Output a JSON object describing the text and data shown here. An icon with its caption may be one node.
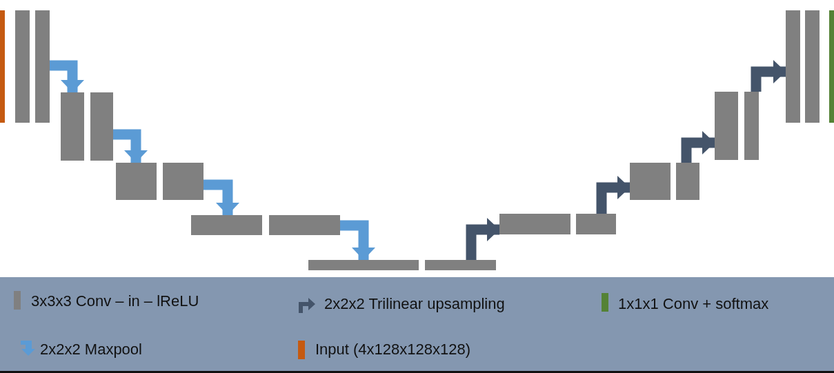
{
  "diagram": {
    "nodes": [
      {
        "text": [],
        "shape": "bar"
      },
      {
        "text": [],
        "shape": "bar"
      },
      {
        "text": [],
        "shape": "bar"
      },
      {
        "text": [],
        "shape": "bar"
      },
      {
        "text": [],
        "shape": "bar"
      },
      {
        "text": [],
        "shape": "bar"
      },
      {
        "text": [],
        "shape": "bar"
      },
      {
        "text": [],
        "shape": "bar"
      },
      {
        "text": [],
        "shape": "bar"
      },
      {
        "text": [],
        "shape": "bar"
      },
      {
        "text": [],
        "shape": "bar"
      },
      {
        "text": [],
        "shape": "bar"
      },
      {
        "text": [],
        "shape": "bar"
      },
      {
        "text": [],
        "shape": "bar"
      },
      {
        "text": [],
        "shape": "bar"
      },
      {
        "text": [],
        "shape": "bar"
      },
      {
        "text": [],
        "shape": "bar"
      },
      {
        "text": [],
        "shape": "bar"
      },
      {
        "text": [],
        "shape": "bar"
      },
      {
        "text": [],
        "shape": "bar"
      }
    ],
    "edges": [
      {
        "from": 2,
        "to": 3,
        "arrow": "to",
        "color": "#5b9bd5"
      },
      {
        "from": 4,
        "to": 5,
        "arrow": "to",
        "color": "#5b9bd5"
      },
      {
        "from": 6,
        "to": 7,
        "arrow": "to",
        "color": "#5b9bd5"
      },
      {
        "from": 8,
        "to": 9,
        "arrow": "to",
        "color": "#5b9bd5"
      },
      {
        "from": 10,
        "to": 11,
        "arrow": "to",
        "color": "#44546a"
      },
      {
        "from": 12,
        "to": 13,
        "arrow": "to",
        "color": "#44546a"
      },
      {
        "from": 14,
        "to": 15,
        "arrow": "to",
        "color": "#44546a"
      },
      {
        "from": 16,
        "to": 17,
        "arrow": "to",
        "color": "#44546a"
      }
    ],
    "legend": [
      {
        "text": "3x3x3 Conv – in – lReLU",
        "color": "#808080"
      },
      {
        "text": "2x2x2 Trilinear upsampling"
      },
      {
        "text": "1x1x1 Conv + softmax",
        "color": "#548235"
      },
      {
        "text": "2x2x2 Maxpool"
      },
      {
        "text": "Input (4x128x128x128)",
        "color": "#c55a11"
      }
    ]
  }
}
